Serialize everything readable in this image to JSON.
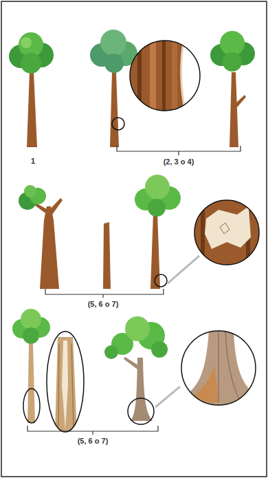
{
  "diagram": {
    "labels": [
      "1",
      "(2, 3 o 4)",
      "(5, 6 o 7)",
      "(5, 6 o 7)"
    ]
  }
}
